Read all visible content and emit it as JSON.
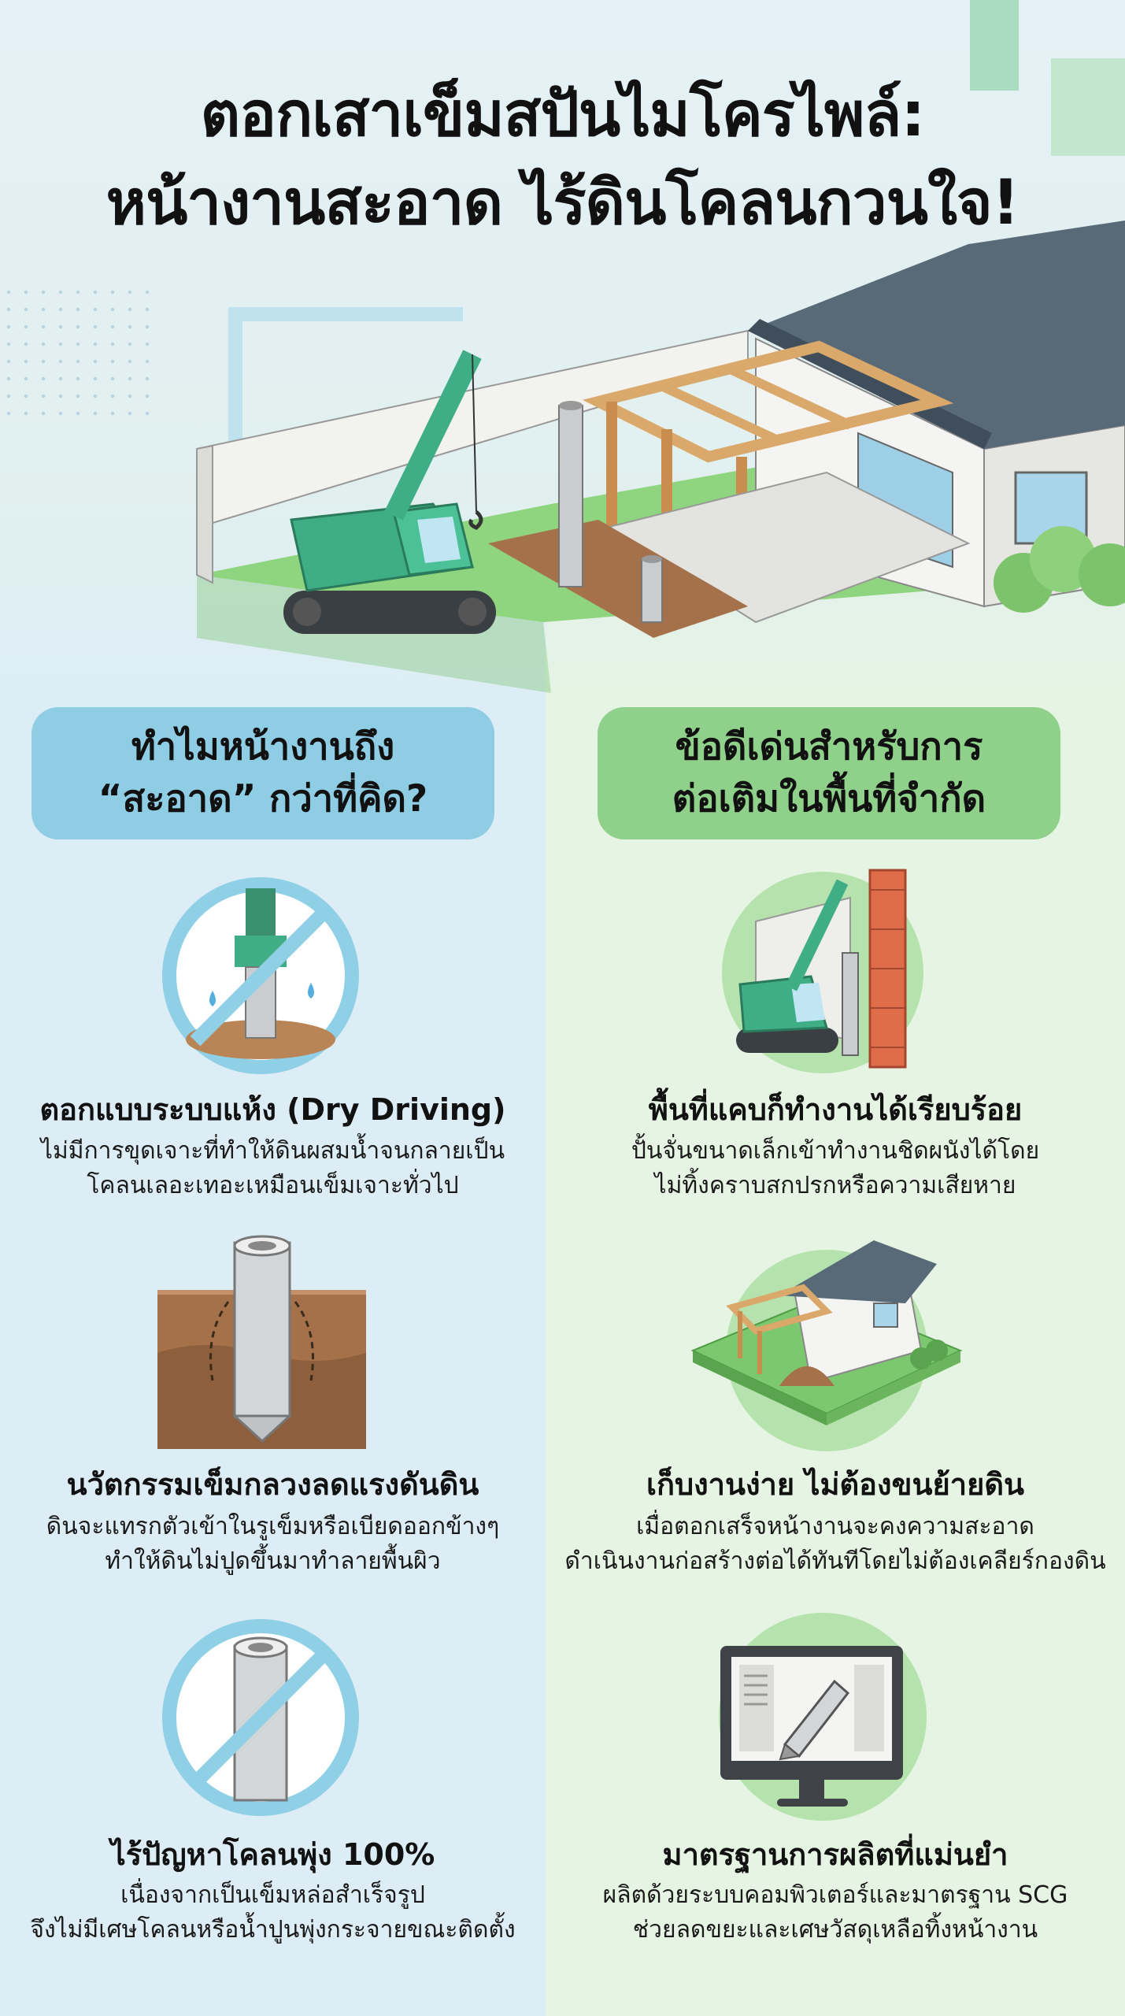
{
  "title": {
    "line1": "ตอกเสาเข็มสปันไมโครไพล์:",
    "line2": "หน้างานสะอาด ไร้ดินโคลนกวนใจ!"
  },
  "left_column": {
    "heading": {
      "line1": "ทำไมหน้างานถึง",
      "line2": "“สะอาด” กว่าที่คิด?"
    },
    "cards": [
      {
        "icon": "no-water-icon",
        "title": "ตอกแบบระบบแห้ง (Dry Driving)",
        "desc1": "ไม่มีการขุดเจาะที่ทำให้ดินผสมน้ำจนกลายเป็น",
        "desc2": "โคลนเลอะเทอะเหมือนเข็มเจาะทั่วไป"
      },
      {
        "icon": "hollow-pile-icon",
        "title": "นวัตกรรมเข็มกลวงลดแรงดันดิน",
        "desc1": "ดินจะแทรกตัวเข้าในรูเข็มหรือเบียดออกข้างๆ",
        "desc2": "ทำให้ดินไม่ปูดขึ้นมาทำลายพื้นผิว"
      },
      {
        "icon": "no-mud-icon",
        "title": "ไร้ปัญหาโคลนพุ่ง 100%",
        "desc1": "เนื่องจากเป็นเข็มหล่อสำเร็จรูป",
        "desc2": "จึงไม่มีเศษโคลนหรือน้ำปูนพุ่งกระจายขณะติดตั้ง"
      }
    ]
  },
  "right_column": {
    "heading": {
      "line1": "ข้อดีเด่นสำหรับการ",
      "line2": "ต่อเติมในพื้นที่จำกัด"
    },
    "cards": [
      {
        "icon": "crane-icon",
        "title": "พื้นที่แคบก็ทำงานได้เรียบร้อย",
        "desc1": "ปั้นจั่นขนาดเล็กเข้าทำงานชิดผนังได้โดย",
        "desc2": "ไม่ทิ้งคราบสกปรกหรือความเสียหาย"
      },
      {
        "icon": "house-icon",
        "title": "เก็บงานง่าย ไม่ต้องขนย้ายดิน",
        "desc1": "เมื่อตอกเสร็จหน้างานจะคงความสะอาด",
        "desc2": "ดำเนินงานก่อสร้างต่อได้ทันทีโดยไม่ต้องเคลียร์กองดิน"
      },
      {
        "icon": "monitor-icon",
        "title": "มาตรฐานการผลิตที่แม่นยำ",
        "desc1": "ผลิตด้วยระบบคอมพิวเตอร์และมาตรฐาน SCG",
        "desc2": "ช่วยลดขยะและเศษวัสดุเหลือทิ้งหน้างาน"
      }
    ]
  },
  "colors": {
    "left_pill": "#8ecde4",
    "right_pill": "#8fd08a",
    "crane_green": "#3fae86"
  }
}
